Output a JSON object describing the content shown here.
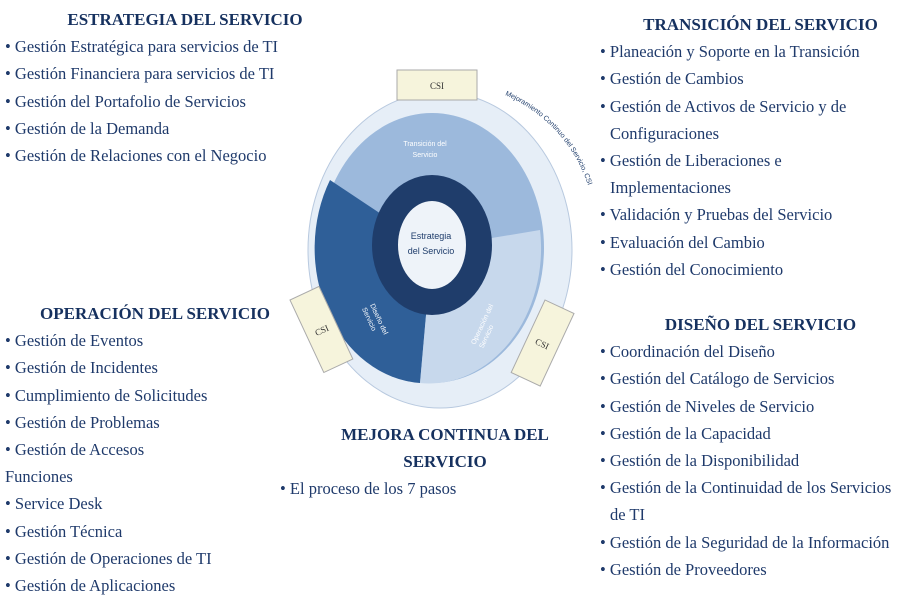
{
  "estrategia": {
    "title": "ESTRATEGIA DEL SERVICIO",
    "items": [
      "Gestión Estratégica para servicios de TI",
      "Gestión Financiera para servicios de TI",
      "Gestión del Portafolio de Servicios",
      "Gestión de la Demanda",
      "Gestión de Relaciones con el Negocio"
    ]
  },
  "operacion": {
    "title": "OPERACIÓN DEL SERVICIO",
    "items": [
      "Gestión de Eventos",
      "Gestión de Incidentes",
      "Cumplimiento de Solicitudes",
      "Gestión de Problemas",
      "Gestión de Accesos"
    ],
    "funciones_label": "Funciones",
    "funciones": [
      "Service Desk",
      "Gestión Técnica",
      "Gestión de Operaciones de TI",
      "Gestión de Aplicaciones"
    ]
  },
  "transicion": {
    "title": "TRANSICIÓN DEL SERVICIO",
    "items": [
      "Planeación y Soporte en la Transición",
      "Gestión de Cambios",
      "Gestión de Activos de Servicio y de",
      "Configuraciones",
      "Gestión de Liberaciones e",
      "Implementaciones",
      "Validación y Pruebas del Servicio",
      "Evaluación del Cambio",
      "Gestión del Conocimiento"
    ]
  },
  "diseno": {
    "title": "DISEÑO DEL SERVICIO",
    "items": [
      "Coordinación del Diseño",
      "Gestión del Catálogo de Servicios",
      "Gestión de Niveles de Servicio",
      "Gestión de la Capacidad",
      "Gestión de la Disponibilidad",
      "Gestión de la Continuidad de los Servicios",
      "de TI",
      "Gestión de la Seguridad de la Información",
      "Gestión de Proveedores"
    ]
  },
  "mejora": {
    "title_line1": "MEJORA CONTINUA DEL",
    "title_line2": "SERVICIO",
    "items": [
      "El proceso de los 7 pasos"
    ]
  },
  "diagram": {
    "center_line1": "Estrategia",
    "center_line2": "del Servicio",
    "transicion_line1": "Transición del",
    "transicion_line2": "Servicio",
    "diseno_line1": "Diseño del",
    "diseno_line2": "Servicio",
    "operacion_line1": "Operación del",
    "operacion_line2": "Servicio",
    "csi_label": "CSI",
    "arc_label": "Mejoramiento Continuo del Servicio, CSI",
    "colors": {
      "dark": "#1f3d6b",
      "mid": "#2f5f98",
      "light": "#9cb9dc",
      "pale": "#dde8f4",
      "csi_box": "#f6f4dc"
    }
  }
}
